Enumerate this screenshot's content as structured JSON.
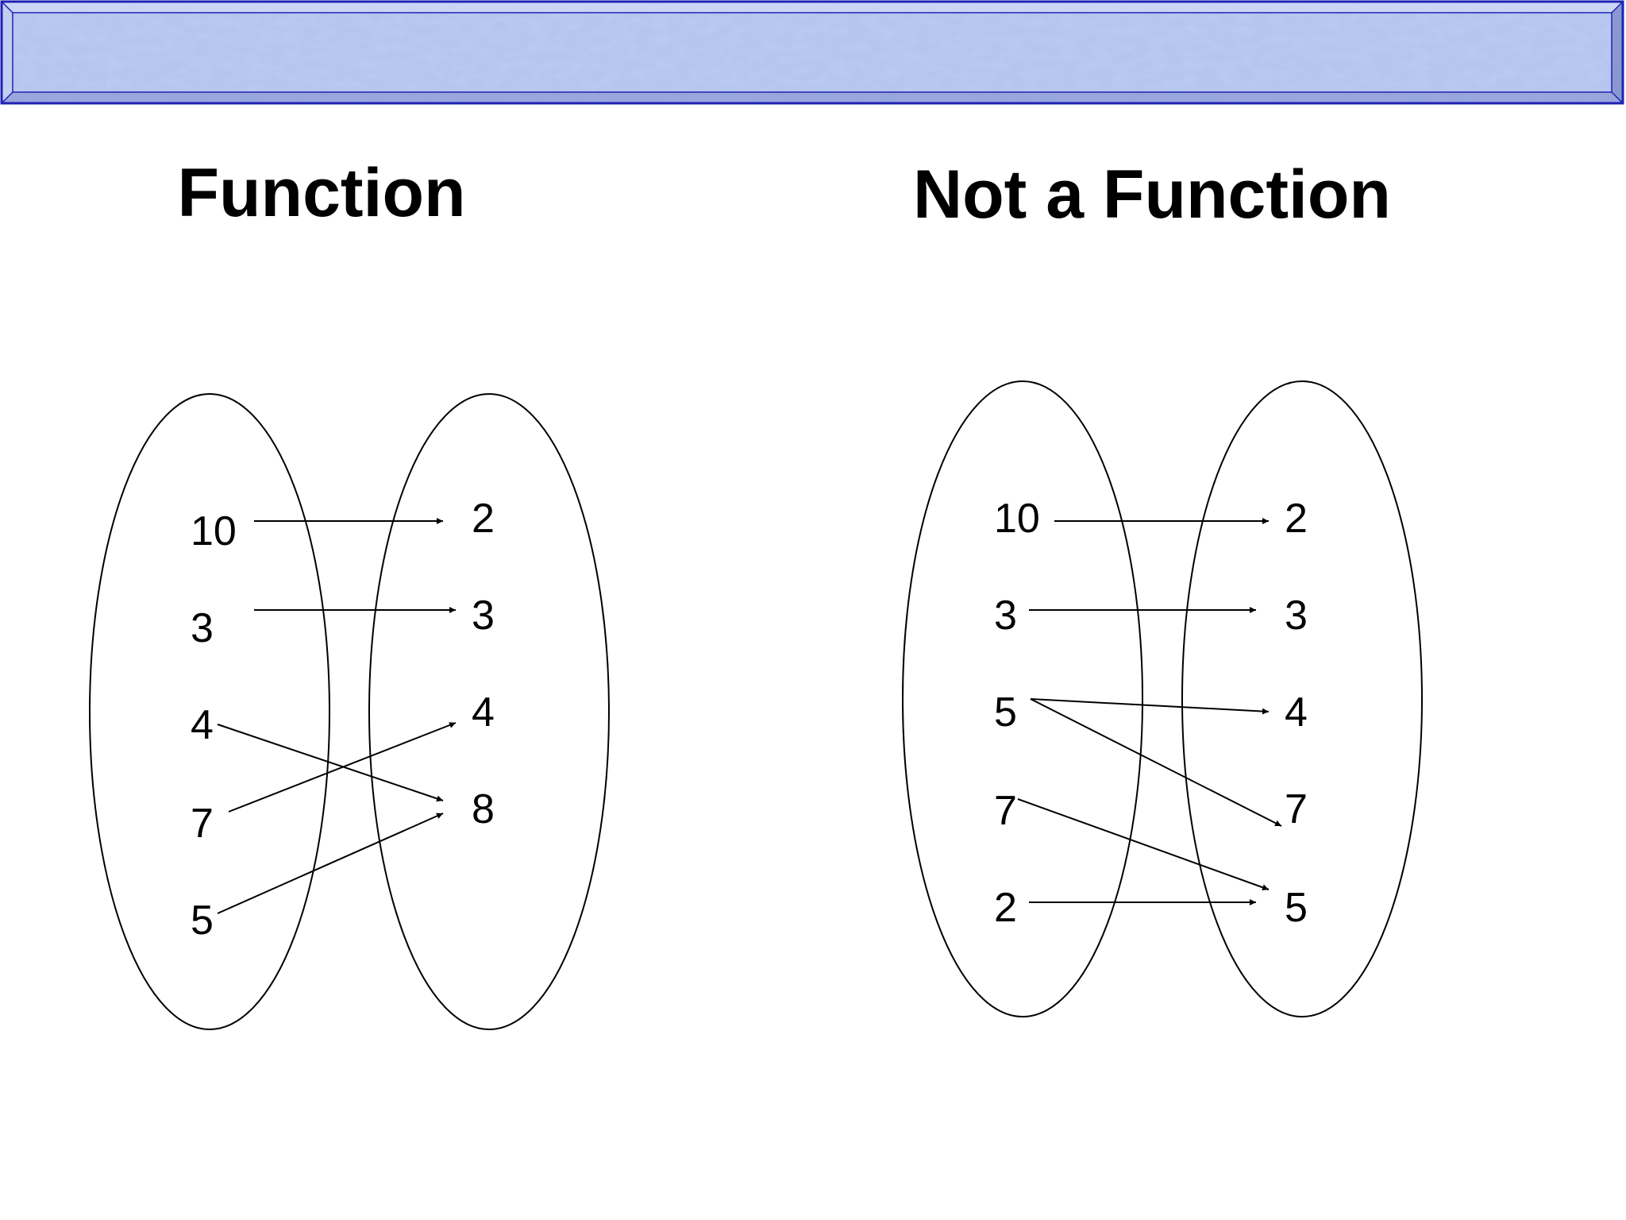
{
  "colors": {
    "banner_fill": "#b4c6ee",
    "banner_border": "#1e22b4",
    "ink": "#000000"
  },
  "panels": [
    {
      "title": "Function",
      "domain": [
        "10",
        "3",
        "4",
        "7",
        "5"
      ],
      "range": [
        "2",
        "3",
        "4",
        "8"
      ],
      "mappings": [
        {
          "from": "10",
          "to": "2"
        },
        {
          "from": "3",
          "to": "3"
        },
        {
          "from": "4",
          "to": "8"
        },
        {
          "from": "7",
          "to": "4"
        },
        {
          "from": "5",
          "to": "8"
        }
      ]
    },
    {
      "title": "Not a Function",
      "domain": [
        "10",
        "3",
        "5",
        "7",
        "2"
      ],
      "range": [
        "2",
        "3",
        "4",
        "7",
        "5"
      ],
      "mappings": [
        {
          "from": "10",
          "to": "2"
        },
        {
          "from": "3",
          "to": "3"
        },
        {
          "from": "5",
          "to": "4"
        },
        {
          "from": "5",
          "to": "7"
        },
        {
          "from": "7",
          "to": "5"
        },
        {
          "from": "2",
          "to": "5"
        }
      ]
    }
  ]
}
